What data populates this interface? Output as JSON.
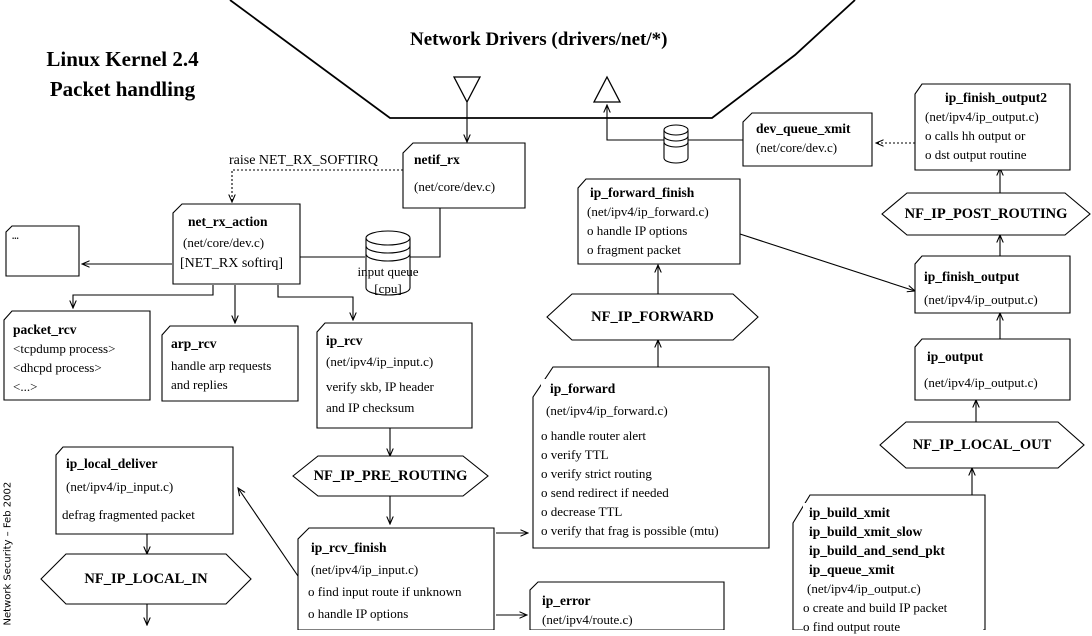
{
  "title": {
    "line1": "Linux Kernel 2.4",
    "line2": "Packet handling"
  },
  "drivers_label": "Network Drivers (drivers/net/*)",
  "side_credit": "Network Security – Feb 2002",
  "softirq_label": "raise NET_RX_SOFTIRQ",
  "input_queue": {
    "line1": "input queue",
    "line2": "[cpu]"
  },
  "boxes": {
    "netif_rx": {
      "title": "netif_rx",
      "lines": [
        "(net/core/dev.c)"
      ]
    },
    "net_rx_action": {
      "title": "net_rx_action",
      "lines": [
        "(net/core/dev.c)",
        "[NET_RX softirq]"
      ]
    },
    "dots": {
      "title": "..."
    },
    "packet_rcv": {
      "title": "packet_rcv",
      "lines": [
        "<tcpdump process>",
        "<dhcpd process>",
        "<...>"
      ]
    },
    "arp_rcv": {
      "title": "arp_rcv",
      "lines": [
        "handle arp requests",
        "and replies"
      ]
    },
    "ip_rcv": {
      "title": "ip_rcv",
      "lines": [
        "(net/ipv4/ip_input.c)",
        "verify skb, IP header",
        "and IP checksum"
      ]
    },
    "ip_rcv_finish": {
      "title": "ip_rcv_finish",
      "lines": [
        "(net/ipv4/ip_input.c)",
        "o find input route if unknown",
        "o handle IP options"
      ]
    },
    "ip_local_deliver": {
      "title": "ip_local_deliver",
      "lines": [
        "(net/ipv4/ip_input.c)",
        "defrag fragmented packet"
      ]
    },
    "ip_error": {
      "title": "ip_error",
      "lines": [
        "(net/ipv4/route.c)"
      ]
    },
    "ip_forward": {
      "title": "ip_forward",
      "lines": [
        "(net/ipv4/ip_forward.c)",
        "o handle router alert",
        "o verify TTL",
        "o verify strict routing",
        "o send redirect if needed",
        "o decrease TTL",
        "o verify that frag is possible (mtu)"
      ]
    },
    "ip_forward_finish": {
      "title": "ip_forward_finish",
      "lines": [
        "(net/ipv4/ip_forward.c)",
        "o handle IP options",
        "o fragment packet"
      ]
    },
    "dev_queue_xmit": {
      "title": "dev_queue_xmit",
      "lines": [
        "(net/core/dev.c)"
      ]
    },
    "ip_finish_output2": {
      "title": "ip_finish_output2",
      "lines": [
        "(net/ipv4/ip_output.c)",
        "o calls hh output or",
        "o dst output routine"
      ]
    },
    "ip_finish_output": {
      "title": "ip_finish_output",
      "lines": [
        "(net/ipv4/ip_output.c)"
      ]
    },
    "ip_output": {
      "title": "ip_output",
      "lines": [
        "(net/ipv4/ip_output.c)"
      ]
    },
    "ip_build": {
      "titles": [
        "ip_build_xmit",
        "ip_build_xmit_slow",
        "ip_build_and_send_pkt",
        "ip_queue_xmit"
      ],
      "lines": [
        "(net/ipv4/ip_output.c)",
        "o create and build IP packet",
        "o find output route"
      ]
    }
  },
  "hooks": {
    "pre_routing": "NF_IP_PRE_ROUTING",
    "local_in": "NF_IP_LOCAL_IN",
    "forward": "NF_IP_FORWARD",
    "post_routing": "NF_IP_POST_ROUTING",
    "local_out": "NF_IP_LOCAL_OUT"
  }
}
